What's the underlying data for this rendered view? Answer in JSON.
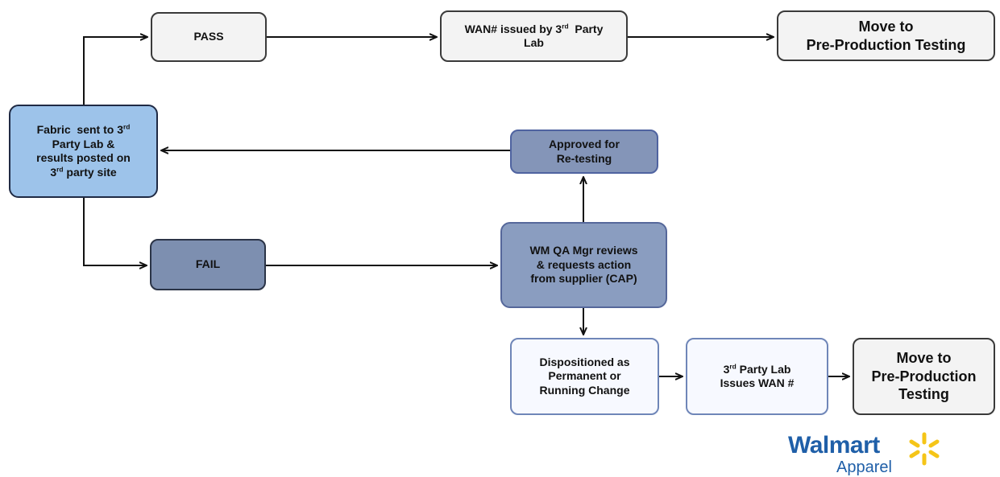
{
  "nodes": {
    "pass": "PASS",
    "wan_issued_line1_pre": "WAN# issued by 3",
    "wan_issued_sup": "rd",
    "wan_issued_line1_post": "  Party",
    "wan_issued_line2": "Lab",
    "move_top_line1": "Move to",
    "move_top_line2": "Pre-Production Testing",
    "fabric_line1_pre": "Fabric  sent to 3",
    "fabric_sup1": "rd",
    "fabric_line2": "Party Lab &",
    "fabric_line3": "results posted on",
    "fabric_line4_pre": "3",
    "fabric_sup2": "rd",
    "fabric_line4_post": " party site",
    "approved_line1": "Approved for",
    "approved_line2": "Re-testing",
    "fail": "FAIL",
    "wmqa_line1": "WM QA Mgr reviews",
    "wmqa_line2": "& requests action",
    "wmqa_line3": "from supplier (CAP)",
    "disp_line1": "Dispositioned as",
    "disp_line2": "Permanent or",
    "disp_line3": "Running Change",
    "lab_line1_pre": "3",
    "lab_sup": "rd",
    "lab_line1_post": " Party Lab",
    "lab_line2": "Issues WAN #",
    "move_bottom_line1": "Move to",
    "move_bottom_line2": "Pre-Production",
    "move_bottom_line3": "Testing"
  },
  "logo": {
    "brand": "Walmart",
    "sub": "Apparel",
    "icon": "walmart-spark-icon",
    "brand_color": "#1f5fa8",
    "spark_color": "#f5c518"
  }
}
